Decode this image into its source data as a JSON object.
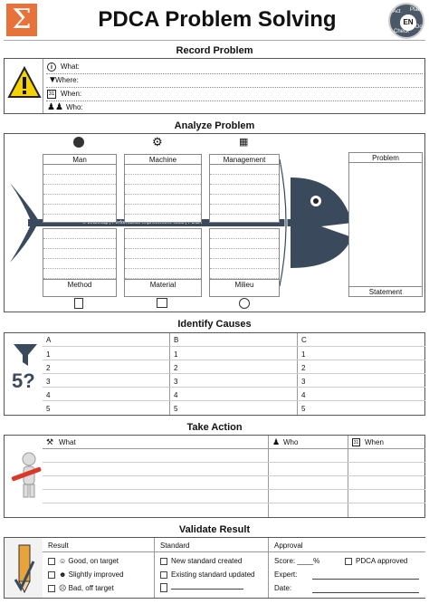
{
  "title": "PDCA Problem Solving",
  "badge": {
    "center": "EN",
    "ring": [
      "Act",
      "Plan",
      "Do",
      "Check"
    ]
  },
  "logo_glyph": "Σ",
  "record": {
    "header": "Record Problem",
    "rows": [
      {
        "icon": "info-icon",
        "label": "What:"
      },
      {
        "icon": "location-pin-icon",
        "label": "Where:"
      },
      {
        "icon": "calendar-icon",
        "label": "When:"
      },
      {
        "icon": "people-icon",
        "label": "Who:"
      }
    ]
  },
  "analyze": {
    "header": "Analyze Problem",
    "top": [
      "Man",
      "Machine",
      "Management"
    ],
    "bottom": [
      "Method",
      "Material",
      "Milieu"
    ],
    "spine_text": "© Leanmap | Performance Improvement Tools | PDCA",
    "problem": "Problem",
    "statement": "Statement"
  },
  "causes": {
    "header": "Identify Causes",
    "icon_text": "5?",
    "columns": [
      "A",
      "B",
      "C"
    ],
    "numbers": [
      "1",
      "2",
      "3",
      "4",
      "5"
    ]
  },
  "action": {
    "header": "Take Action",
    "cols": [
      "What",
      "Who",
      "When"
    ]
  },
  "validate": {
    "header": "Validate Result",
    "result": {
      "title": "Result",
      "items": [
        "Good, on target",
        "Slightly improved",
        "Bad, off target"
      ]
    },
    "standard": {
      "title": "Standard",
      "items": [
        "New standard created",
        "Existing standard updated"
      ]
    },
    "approval": {
      "title": "Approval",
      "score_label": "Score:",
      "score_suffix": "____%",
      "pdca_label": "PDCA approved",
      "expert": "Expert:",
      "date": "Date:"
    }
  },
  "colors": {
    "accent": "#e8733a",
    "fish": "#3a4a5c",
    "warn": "#f5d300"
  }
}
